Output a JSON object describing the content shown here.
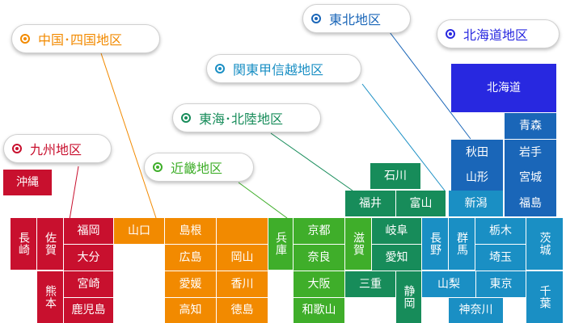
{
  "colors": {
    "kyushu": "#c8102e",
    "chugoku_shikoku": "#f28a00",
    "kinki": "#3fae2a",
    "tokai_hokuriku": "#178c5a",
    "kanto_koshinetsu": "#1a8fc4",
    "tohoku": "#1a66b8",
    "hokkaido": "#2828e0"
  },
  "regions": {
    "kyushu": "九州地区",
    "chugoku_shikoku": "中国･四国地区",
    "kinki": "近畿地区",
    "tokai_hokuriku": "東海･北陸地区",
    "kanto_koshinetsu": "関東甲信越地区",
    "tohoku": "東北地区",
    "hokkaido": "北海道地区"
  },
  "prefectures": {
    "okinawa": "沖縄",
    "nagasaki": "長崎",
    "saga": "佐賀",
    "fukuoka": "福岡",
    "oita": "大分",
    "kumamoto": "熊本",
    "miyazaki": "宮崎",
    "kagoshima": "鹿児島",
    "yamaguchi": "山口",
    "shimane": "島根",
    "hiroshima": "広島",
    "okayama": "岡山",
    "ehime": "愛媛",
    "kagawa": "香川",
    "kochi": "高知",
    "tokushima": "徳島",
    "hyogo": "兵庫",
    "kyoto": "京都",
    "nara": "奈良",
    "osaka": "大阪",
    "wakayama": "和歌山",
    "shiga": "滋賀",
    "mie": "三重",
    "ishikawa": "石川",
    "fukui": "福井",
    "toyama": "富山",
    "gifu": "岐阜",
    "aichi": "愛知",
    "shizuoka": "静岡",
    "niigata": "新潟",
    "nagano": "長野",
    "gunma": "群馬",
    "tochigi": "栃木",
    "ibaraki": "茨城",
    "saitama": "埼玉",
    "yamanashi": "山梨",
    "tokyo": "東京",
    "chiba": "千葉",
    "kanagawa": "神奈川",
    "akita": "秋田",
    "aomori": "青森",
    "iwate": "岩手",
    "yamagata": "山形",
    "miyagi": "宮城",
    "fukushima": "福島",
    "hokkaido": "北海道"
  }
}
